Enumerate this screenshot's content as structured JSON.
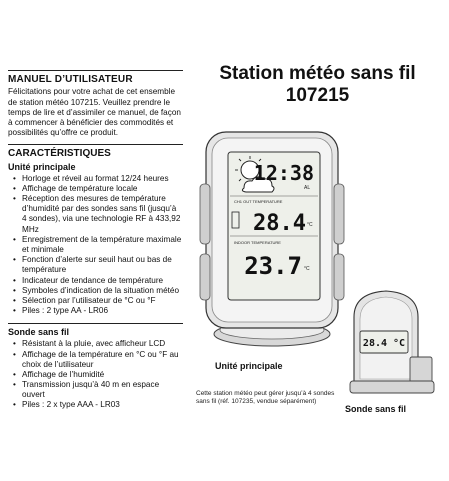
{
  "title": {
    "line1": "Station météo sans fil",
    "line2": "107215"
  },
  "manual": {
    "heading": "MANUEL D’UTILISATEUR",
    "intro": "Félicitations pour votre achat de cet ensemble de station météo 107215. Veuillez prendre le temps de lire et d’assimiler ce manuel, de façon à commencer à bénéficier des commodités et possibilités qu’offre ce produit."
  },
  "features": {
    "heading": "CARACTÉRISTIQUES",
    "main_unit": {
      "heading": "Unité principale",
      "items": [
        "Horloge et réveil au format 12/24 heures",
        "Affichage de température locale",
        "Réception des mesures de température d’humidité par des sondes sans fil (jusqu’à 4 sondes), via une technologie RF à 433,92 MHz",
        "Enregistrement de la température maximale et minimale",
        "Fonction d’alerte sur seuil haut ou bas de température",
        "Indicateur de tendance de température",
        "Symboles d’indication de la situation météo",
        "Sélection par l’utilisateur de °C ou °F",
        "Piles : 2 type AA - LR06"
      ]
    },
    "sensor": {
      "heading": "Sonde sans fil",
      "items": [
        "Résistant à la pluie, avec afficheur LCD",
        "Affichage de la température en °C ou °F au choix de l’utilisateur",
        "Affichage de l’humidité",
        "Transmission jusqu’à 40 m en espace ouvert",
        "Piles : 2 x type AAA - LR03"
      ]
    }
  },
  "display": {
    "clock": "12:38",
    "am_pm": "AL",
    "out_label": "CH1 OUT TEMPERATURE",
    "out_temp": "28.4",
    "in_label": "INDOOR TEMPERATURE",
    "in_temp": "23.7",
    "unit_symbol": "°C",
    "sensor_temp": "28.4 °C"
  },
  "captions": {
    "main_unit": "Unité principale",
    "sensor": "Sonde sans fil",
    "note": "Cette station météo peut gérer jusqu’à 4 sondes sans fil (réf. 107235, vendue séparément)"
  }
}
